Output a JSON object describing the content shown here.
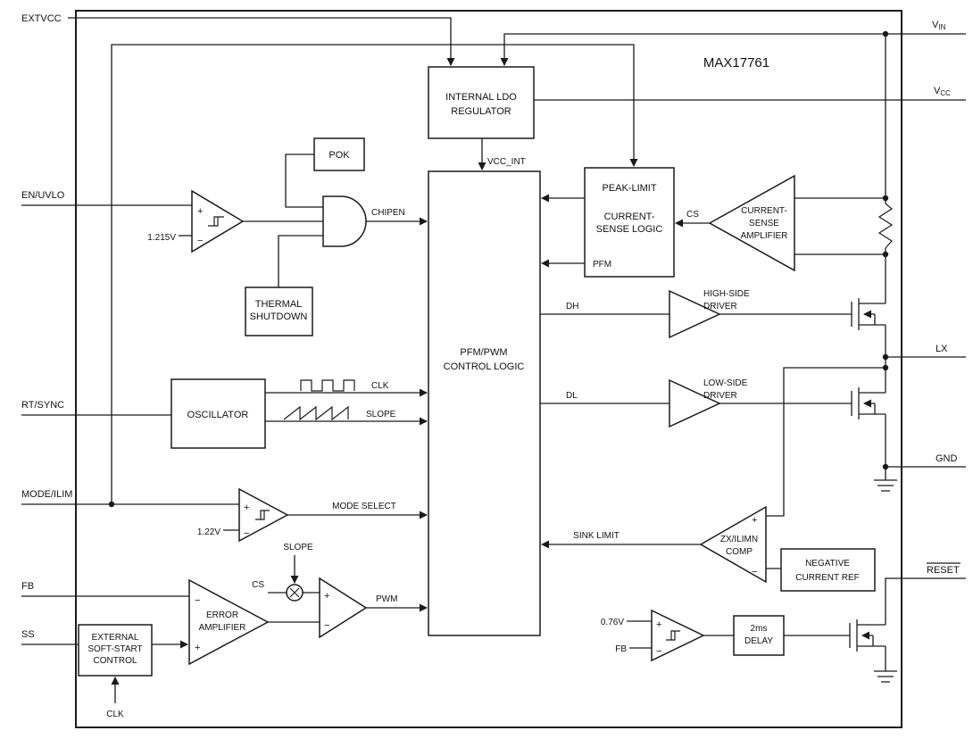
{
  "title": "MAX17761",
  "pins": {
    "extvcc": "EXTVCC",
    "vin": {
      "main": "V",
      "sub": "IN"
    },
    "vcc": {
      "main": "V",
      "sub": "CC"
    },
    "lx": "LX",
    "gnd": "GND",
    "reset": "RESET",
    "en_uvlo": "EN/UVLO",
    "rt_sync": "RT/SYNC",
    "mode_ilim": "MODE/ILIM",
    "fb": "FB",
    "ss": "SS"
  },
  "blocks": {
    "ldo": {
      "l1": "INTERNAL LDO",
      "l2": "REGULATOR"
    },
    "pok": {
      "l1": "POK"
    },
    "thermal": {
      "l1": "THERMAL",
      "l2": "SHUTDOWN"
    },
    "control": {
      "l1": "PFM/PWM",
      "l2": "CONTROL LOGIC"
    },
    "peak_limit": {
      "l1": "PEAK-LIMIT",
      "l2": "CURRENT-",
      "l3": "SENSE LOGIC"
    },
    "current_sense_amp": {
      "l1": "CURRENT-",
      "l2": "SENSE",
      "l3": "AMPLIFIER"
    },
    "high_side_driver": {
      "l1": "HIGH-SIDE",
      "l2": "DRIVER"
    },
    "low_side_driver": {
      "l1": "LOW-SIDE",
      "l2": "DRIVER"
    },
    "oscillator": {
      "l1": "OSCILLATOR"
    },
    "zx_comp": {
      "l1": "ZX/ILIMN",
      "l2": "COMP"
    },
    "neg_current_ref": {
      "l1": "NEGATIVE",
      "l2": "CURRENT REF"
    },
    "error_amp": {
      "l1": "ERROR",
      "l2": "AMPLIFIER"
    },
    "soft_start": {
      "l1": "EXTERNAL",
      "l2": "SOFT-START",
      "l3": "CONTROL"
    },
    "delay": {
      "l1": "2ms",
      "l2": "DELAY"
    }
  },
  "signals": {
    "chipen": "CHIPEN",
    "vcc_int": "VCC_INT",
    "cs": "CS",
    "pfm": "PFM",
    "dh": "DH",
    "dl": "DL",
    "clk": "CLK",
    "slope": "SLOPE",
    "mode_select": "MODE SELECT",
    "sink_limit": "SINK LIMIT",
    "pwm": "PWM",
    "cs_mult": "CS",
    "slope_mult": "SLOPE",
    "clk_ss": "CLK",
    "fb_reset": "FB"
  },
  "references": {
    "en_threshold": "1.215V",
    "mode_threshold": "1.22V",
    "reset_threshold": "0.76V"
  },
  "glyphs": {
    "plus": "+",
    "minus": "−"
  }
}
